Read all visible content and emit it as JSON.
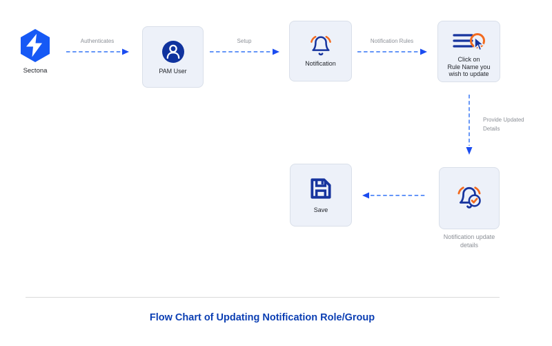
{
  "title": "Flow Chart of Updating Notification Role/Group",
  "logo": {
    "label": "Sectona",
    "icon": "sectona-hexagon-lightning-icon"
  },
  "nodes": {
    "pam_user": {
      "label": "PAM User",
      "icon": "user-circle-icon"
    },
    "notification": {
      "label": "Notification",
      "icon": "bell-icon"
    },
    "click_rule": {
      "lines": [
        "Click on",
        "Rule Name you",
        "wish to update"
      ],
      "icon": "list-click-cursor-icon"
    },
    "notification_update": {
      "lines": [
        "Notification update",
        "details"
      ],
      "icon": "bell-check-icon"
    },
    "save": {
      "label": "Save",
      "icon": "floppy-save-icon"
    }
  },
  "arrows": {
    "authenticates": {
      "label": "Authenticates",
      "direction": "right"
    },
    "setup": {
      "label": "Setup",
      "direction": "right"
    },
    "notification_rules": {
      "label": "Notification Rules",
      "direction": "right"
    },
    "provide_details": {
      "lines": [
        "Provide Updated",
        "Details"
      ],
      "direction": "down"
    },
    "to_save": {
      "direction": "left"
    }
  },
  "colors": {
    "accent_blue": "#1659f5",
    "icon_navy": "#17349e",
    "orange": "#f26a1e",
    "arrow_dash": "#4e86f7",
    "arrow_head": "#1b4cf0",
    "box_fill": "#edf1f9",
    "box_border": "#d9dfe9",
    "gray_label": "#8b8f96",
    "title_blue": "#0c3fb3"
  }
}
